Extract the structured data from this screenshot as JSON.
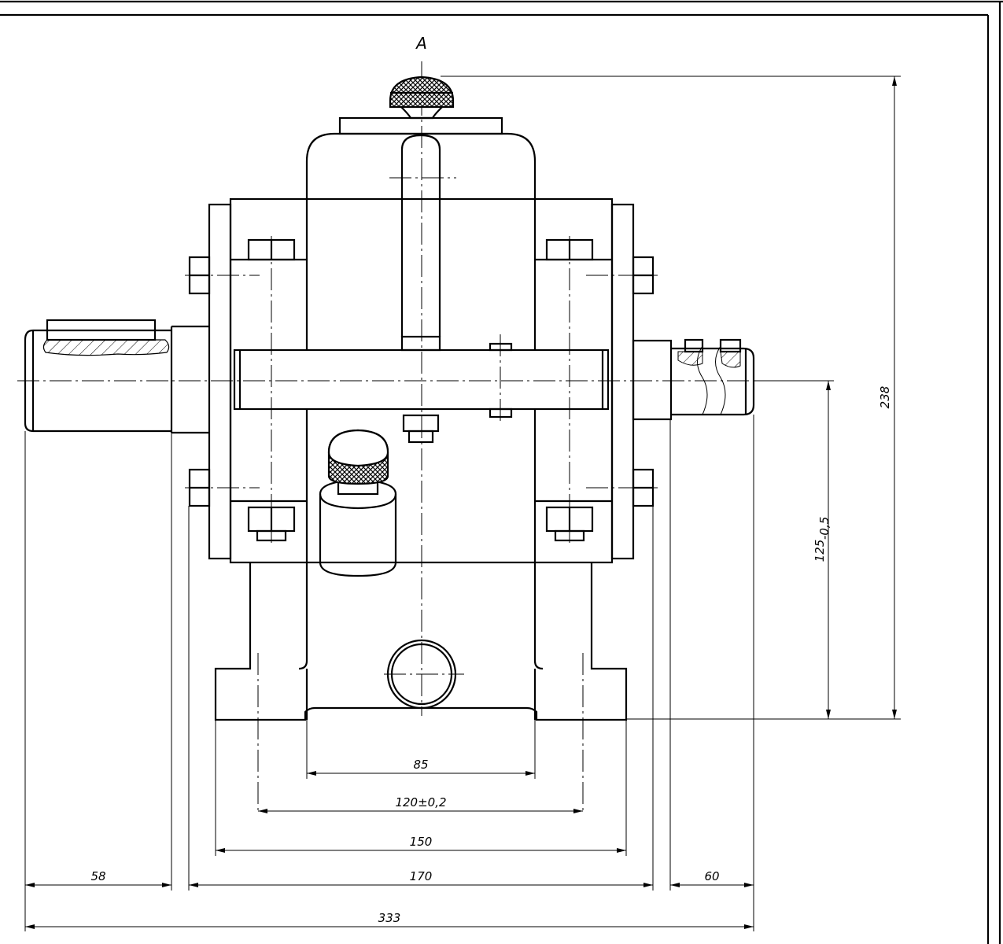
{
  "drawing": {
    "view_label": "A",
    "dimensions": {
      "d85": "85",
      "d120": "120±0,2",
      "d150": "150",
      "d58": "58",
      "d170": "170",
      "d60": "60",
      "d333": "333",
      "d238": "238",
      "d125_main": "125",
      "d125_tol": "-0,5"
    }
  }
}
